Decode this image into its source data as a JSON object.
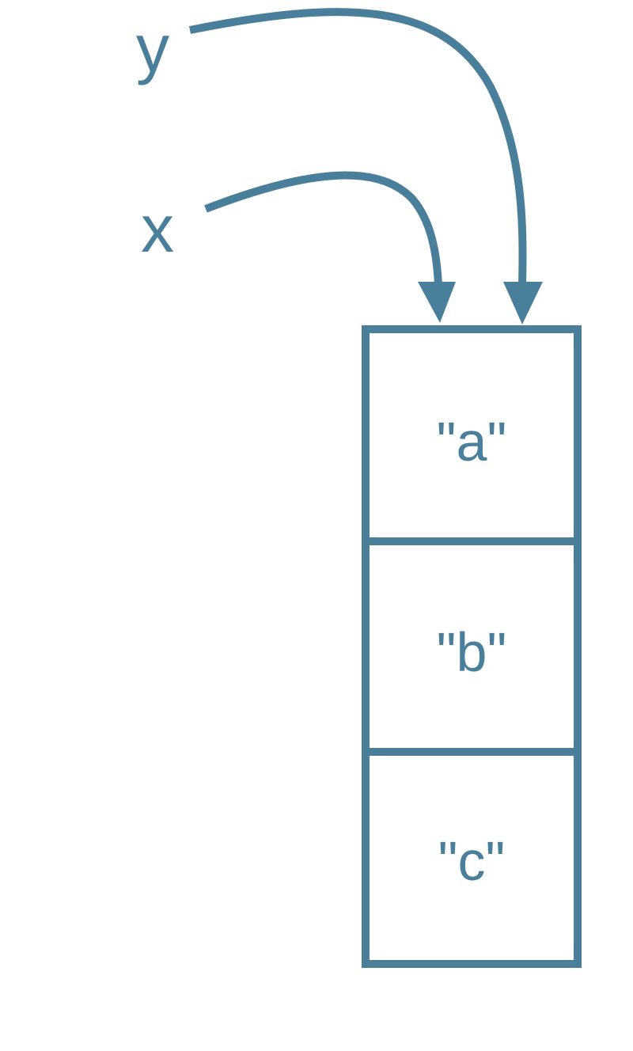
{
  "colors": {
    "stroke": "#4a7f9c",
    "background": "#ffffff"
  },
  "variables": [
    {
      "name": "y",
      "points_to_index": 0
    },
    {
      "name": "x",
      "points_to_index": 0
    }
  ],
  "list": {
    "elements": [
      "\"a\"",
      "\"b\"",
      "\"c\""
    ]
  }
}
